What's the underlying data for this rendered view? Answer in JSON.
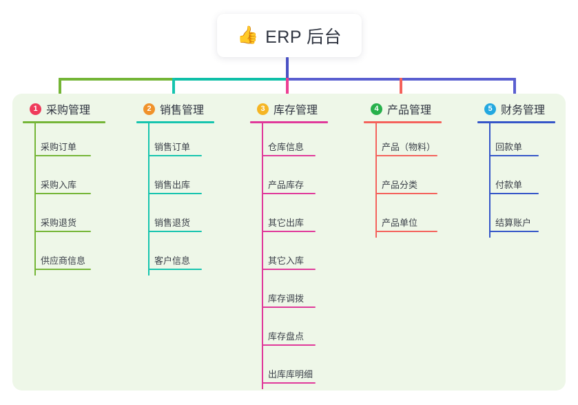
{
  "root": {
    "icon": "thumbs-up-emoji",
    "emoji": "👍",
    "title": "ERP 后台"
  },
  "palette": {
    "panel_bg": "#eef7e8",
    "page_bg": "#ffffff",
    "card_bg": "#ffffff",
    "text": "#2f3440",
    "leaf_text": "#3b4049",
    "root_stem": "#4a51c4",
    "bar_green": "#74b536",
    "bar_teal": "#0fbfa8",
    "bar_blue": "#5a5fd0"
  },
  "columns": [
    {
      "index": "1",
      "title": "采购管理",
      "badge_color": "#ef3b5b",
      "line_color": "#74b536",
      "drop_color": "#74b536",
      "items": [
        "采购订单",
        "采购入库",
        "采购退货",
        "供应商信息"
      ]
    },
    {
      "index": "2",
      "title": "销售管理",
      "badge_color": "#f0922b",
      "line_color": "#15c4ae",
      "drop_color": "#15c4ae",
      "items": [
        "销售订单",
        "销售出库",
        "销售退货",
        "客户信息"
      ]
    },
    {
      "index": "3",
      "title": "库存管理",
      "badge_color": "#f5b523",
      "line_color": "#e0399a",
      "drop_color": "#ed3f93",
      "items": [
        "仓库信息",
        "产品库存",
        "其它出库",
        "其它入库",
        "库存调拨",
        "库存盘点",
        "出库库明细"
      ]
    },
    {
      "index": "4",
      "title": "产品管理",
      "badge_color": "#27b04b",
      "line_color": "#f4615b",
      "drop_color": "#f4615b",
      "items": [
        "产品（物料）",
        "产品分类",
        "产品单位"
      ]
    },
    {
      "index": "5",
      "title": "财务管理",
      "badge_color": "#23a8e0",
      "line_color": "#3455c8",
      "drop_color": "#5a5fd0",
      "items": [
        "回款单",
        "付款单",
        "结算账户"
      ]
    }
  ]
}
